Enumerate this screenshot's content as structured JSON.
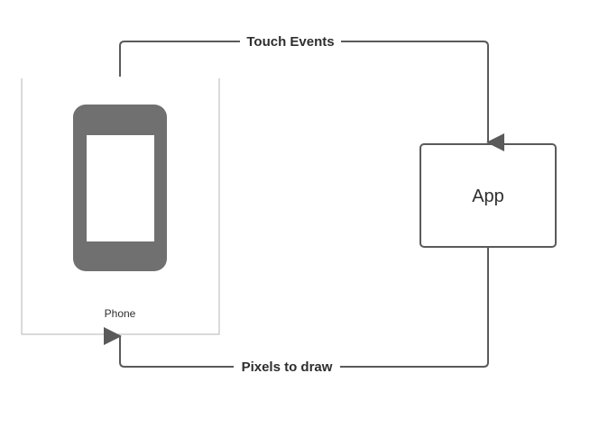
{
  "nodes": {
    "phone": {
      "label": "Phone"
    },
    "app": {
      "label": "App"
    }
  },
  "edges": {
    "touch_events": {
      "label": "Touch Events",
      "from": "Phone",
      "to": "App"
    },
    "pixels_to_draw": {
      "label": "Pixels to draw",
      "from": "App",
      "to": "Phone"
    }
  },
  "colors": {
    "line": "#5a5a5a",
    "phone_body": "#707070",
    "phone_screen": "#ffffff",
    "frame_border": "#b4b4b4",
    "text": "#2e2e2e"
  }
}
